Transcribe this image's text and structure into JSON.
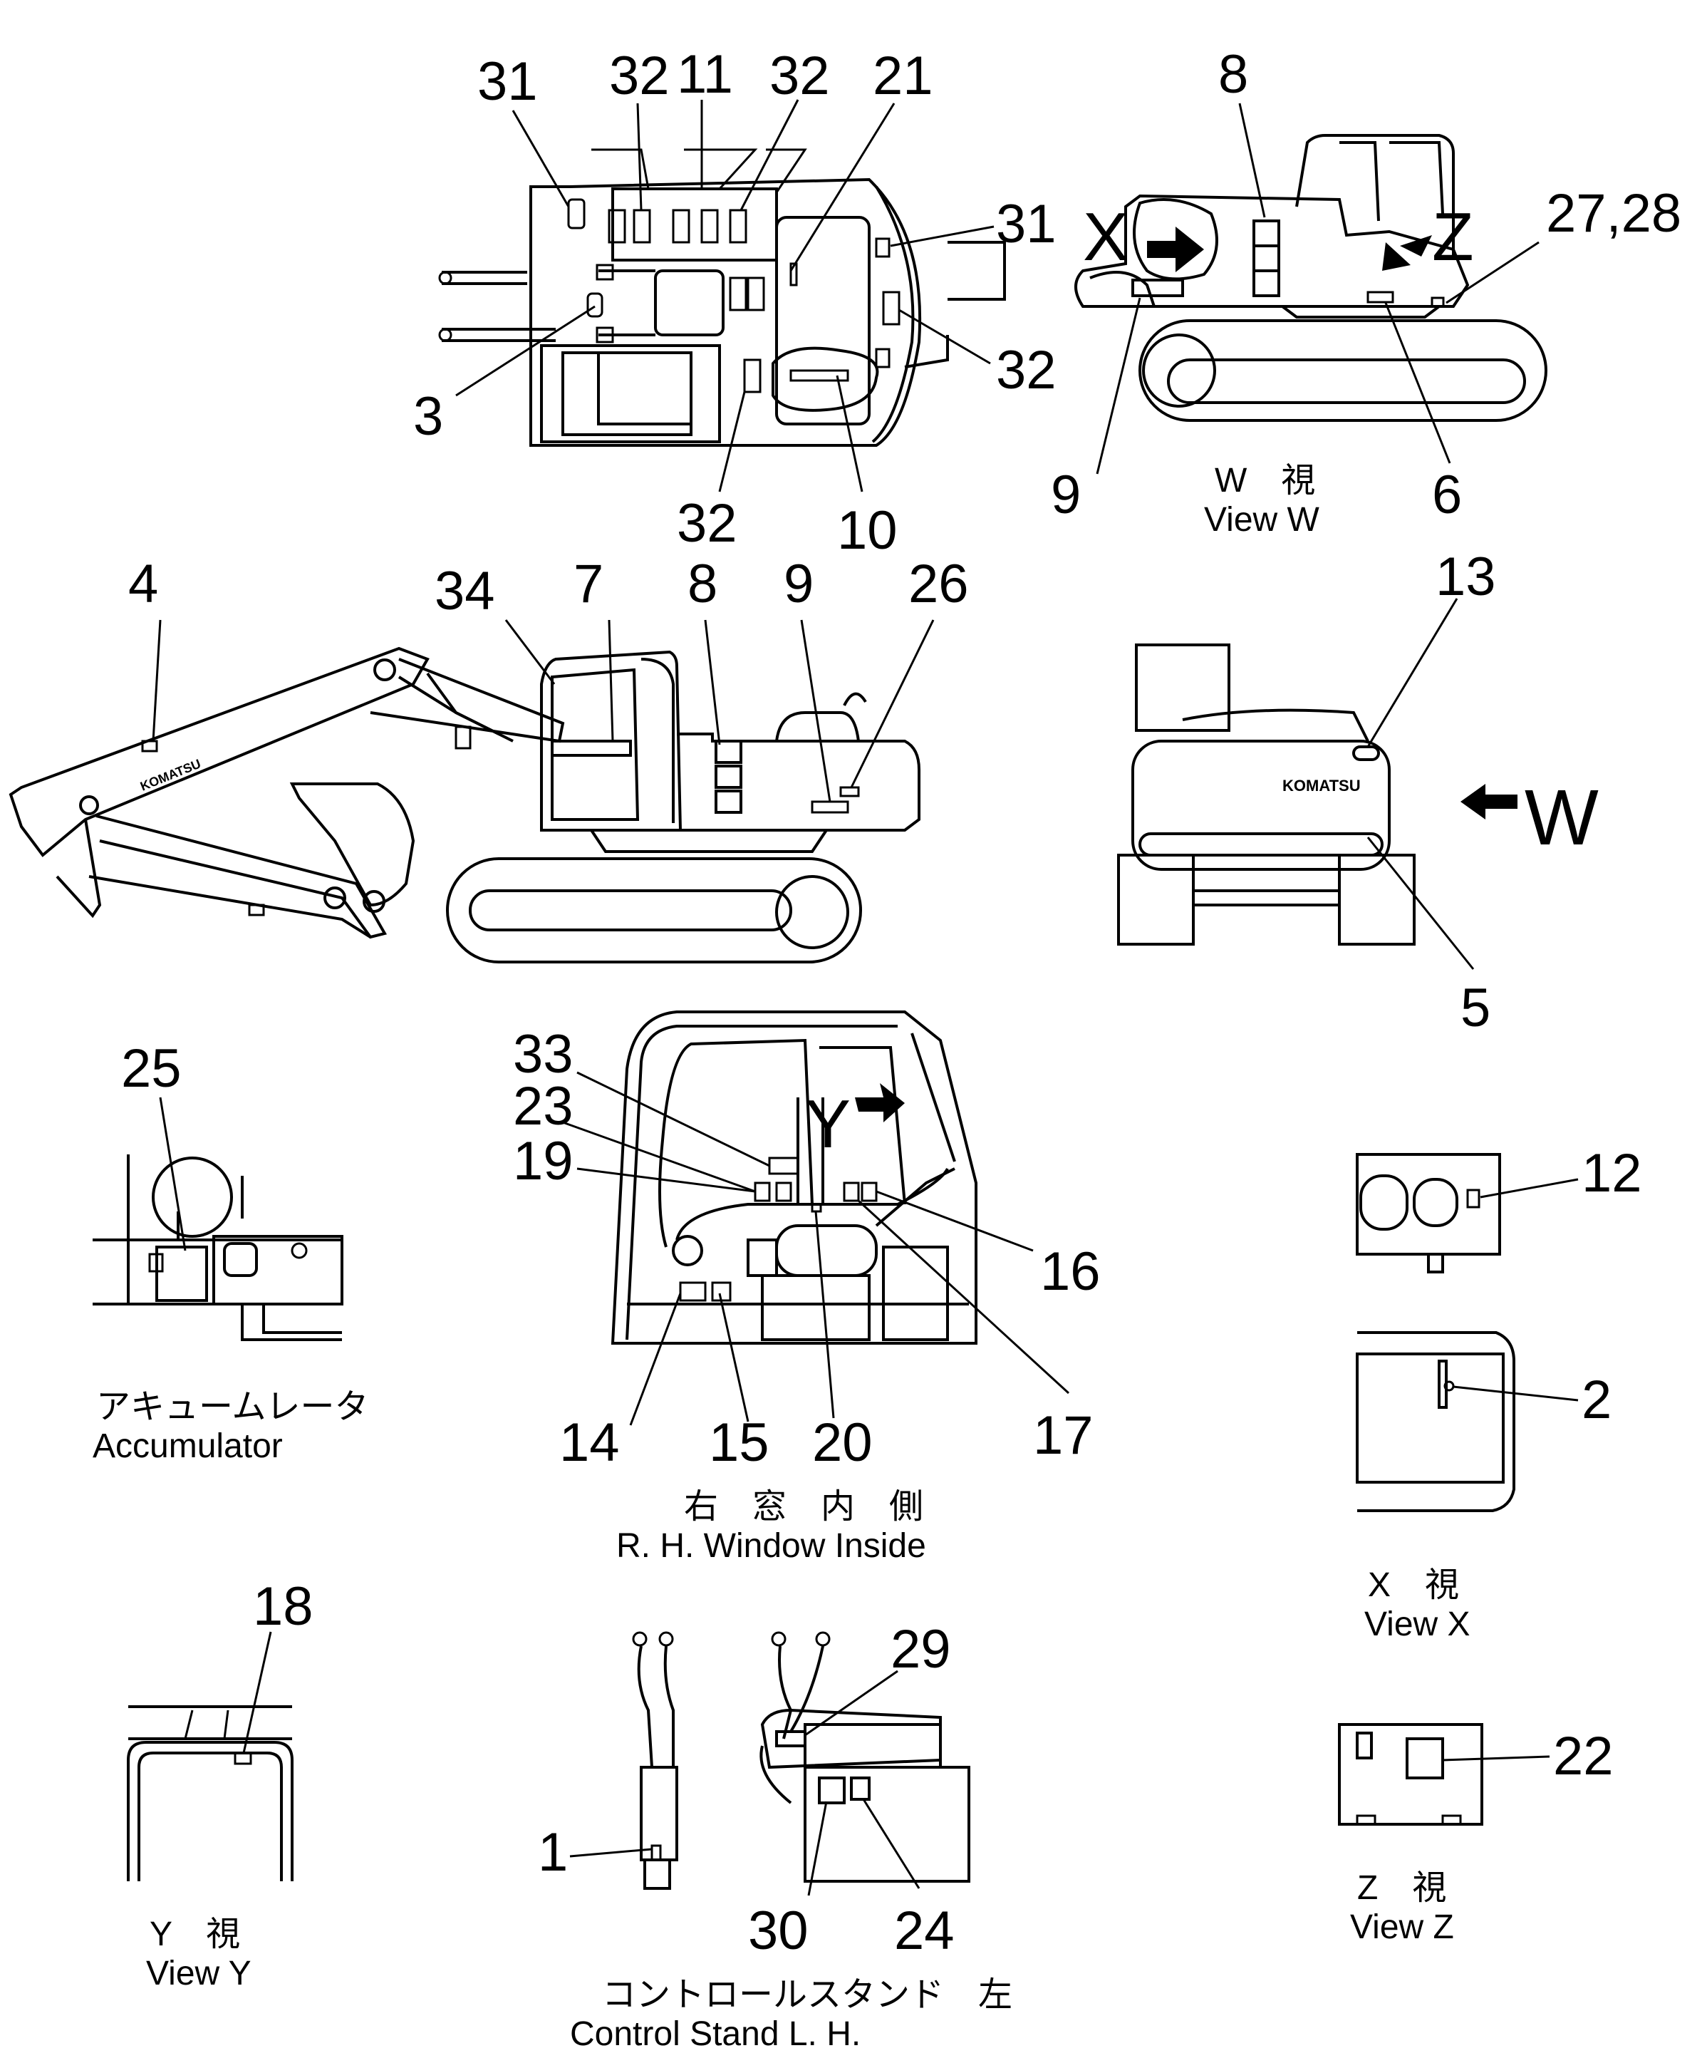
{
  "views": {
    "top": {
      "callouts": [
        "31",
        "32",
        "11",
        "32",
        "21",
        "31",
        "32",
        "3",
        "32",
        "10"
      ]
    },
    "view_w": {
      "letters": {
        "x": "X",
        "z": "Z"
      },
      "callouts": [
        "8",
        "27,28",
        "9",
        "6"
      ],
      "caption_jp": "W　視",
      "caption_en": "View  W"
    },
    "side": {
      "brand": "KOMATSU",
      "callouts": [
        "4",
        "34",
        "7",
        "8",
        "9",
        "26"
      ]
    },
    "rear": {
      "brand": "KOMATSU",
      "callouts": [
        "13",
        "5"
      ],
      "arrow_label": "W"
    },
    "accumulator": {
      "callouts": [
        "25"
      ],
      "caption_jp": "アキュームレータ",
      "caption_en": "Accumulator"
    },
    "window": {
      "letter": "Y",
      "callouts": [
        "33",
        "23",
        "19",
        "16",
        "14",
        "15",
        "20",
        "17"
      ],
      "caption_jp": "右　窓　内　側",
      "caption_en": "R. H.  Window  Inside"
    },
    "view_x": {
      "callouts": [
        "12",
        "2"
      ],
      "caption_jp": "X　視",
      "caption_en": "View  X"
    },
    "view_y": {
      "callouts": [
        "18"
      ],
      "caption_jp": "Y　視",
      "caption_en": "View  Y"
    },
    "control_stand": {
      "callouts": [
        "29",
        "1",
        "30",
        "24"
      ],
      "caption_jp": "コントロールスタンド　左",
      "caption_en": "Control  Stand  L. H."
    },
    "view_z": {
      "callouts": [
        "22"
      ],
      "caption_jp": "Z　視",
      "caption_en": "View  Z"
    }
  }
}
